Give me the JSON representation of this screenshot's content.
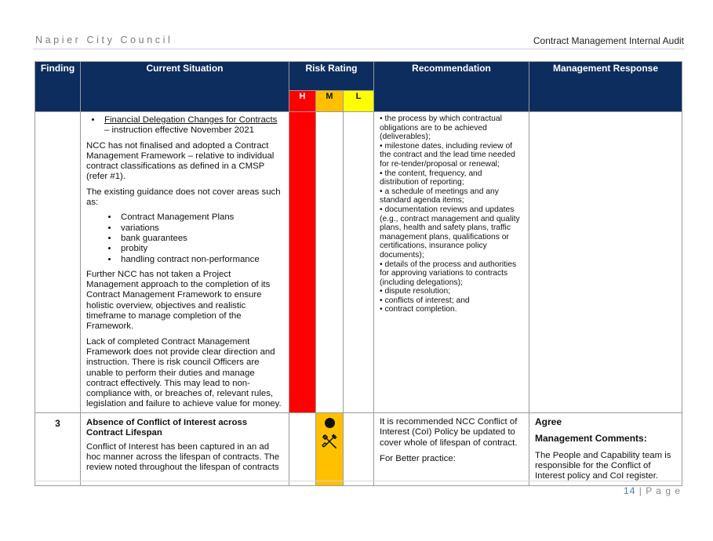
{
  "header": {
    "org": "Napier City Council",
    "doc_title": "Contract Management Internal Audit"
  },
  "table": {
    "col_finding": "Finding",
    "col_situation": "Current Situation",
    "col_risk": "Risk Rating",
    "risk_h": "H",
    "risk_m": "M",
    "risk_l": "L",
    "col_recommendation": "Recommendation",
    "col_response": "Management Response"
  },
  "row_cont": {
    "bullet1_link": "Financial Delegation Changes for Contracts",
    "bullet1_rest": " – instruction effective November 2021",
    "para1": "NCC has not finalised and adopted a Contract Management Framework – relative to individual contract classifications as defined in a CMSP (refer #1).",
    "para2": "The existing guidance does not cover areas such as:",
    "list": [
      "Contract Management Plans",
      "variations",
      "bank guarantees",
      "probity",
      "handling contract non-performance"
    ],
    "para3": "Further NCC has not taken a Project Management approach to the completion of its Contract Management Framework to ensure holistic overview, objectives and realistic timeframe to manage completion of the Framework.",
    "para4": "Lack of completed Contract Management Framework does not provide clear direction and instruction. There is risk council Officers are unable to perform their duties and manage contract effectively. This may lead to non-compliance with, or breaches of, relevant rules, legislation and failure to achieve value for money.",
    "rec_items": [
      "• the process by which contractual obligations are to be achieved (deliverables);",
      "• milestone dates, including review of the contract and the lead time needed for re-tender/proposal or renewal;",
      "• the content, frequency, and distribution of reporting;",
      "• a schedule of meetings and any standard agenda items;",
      "• documentation reviews and updates (e.g., contract management and quality plans, health and safety plans, traffic management plans, qualifications or certifications, insurance policy documents);",
      "• details of the process and authorities for approving variations to contracts (including delegations);",
      "• dispute resolution;",
      "• conflicts of interest; and",
      "• contract completion."
    ]
  },
  "row3": {
    "finding": "3",
    "title": "Absence of Conflict of Interest across Contract Lifespan",
    "para": "Conflict of Interest has been captured in an ad hoc manner across the lifespan of contracts. The review noted throughout the lifespan of contracts",
    "rec_p1": "It is recommended NCC Conflict of Interest (CoI) Policy be updated to cover whole of lifespan of contract.",
    "rec_p2": "For Better practice:",
    "resp_agree": "Agree",
    "resp_comments": "Management Comments:",
    "resp_text": "The People and Capability team is responsible for the Conflict of Interest policy and CoI register.",
    "risk_level": "M",
    "icons": [
      "filled-circle-icon",
      "tools-icon"
    ]
  },
  "footer": {
    "page": "14",
    "sep": " | ",
    "label": "P a g e"
  }
}
